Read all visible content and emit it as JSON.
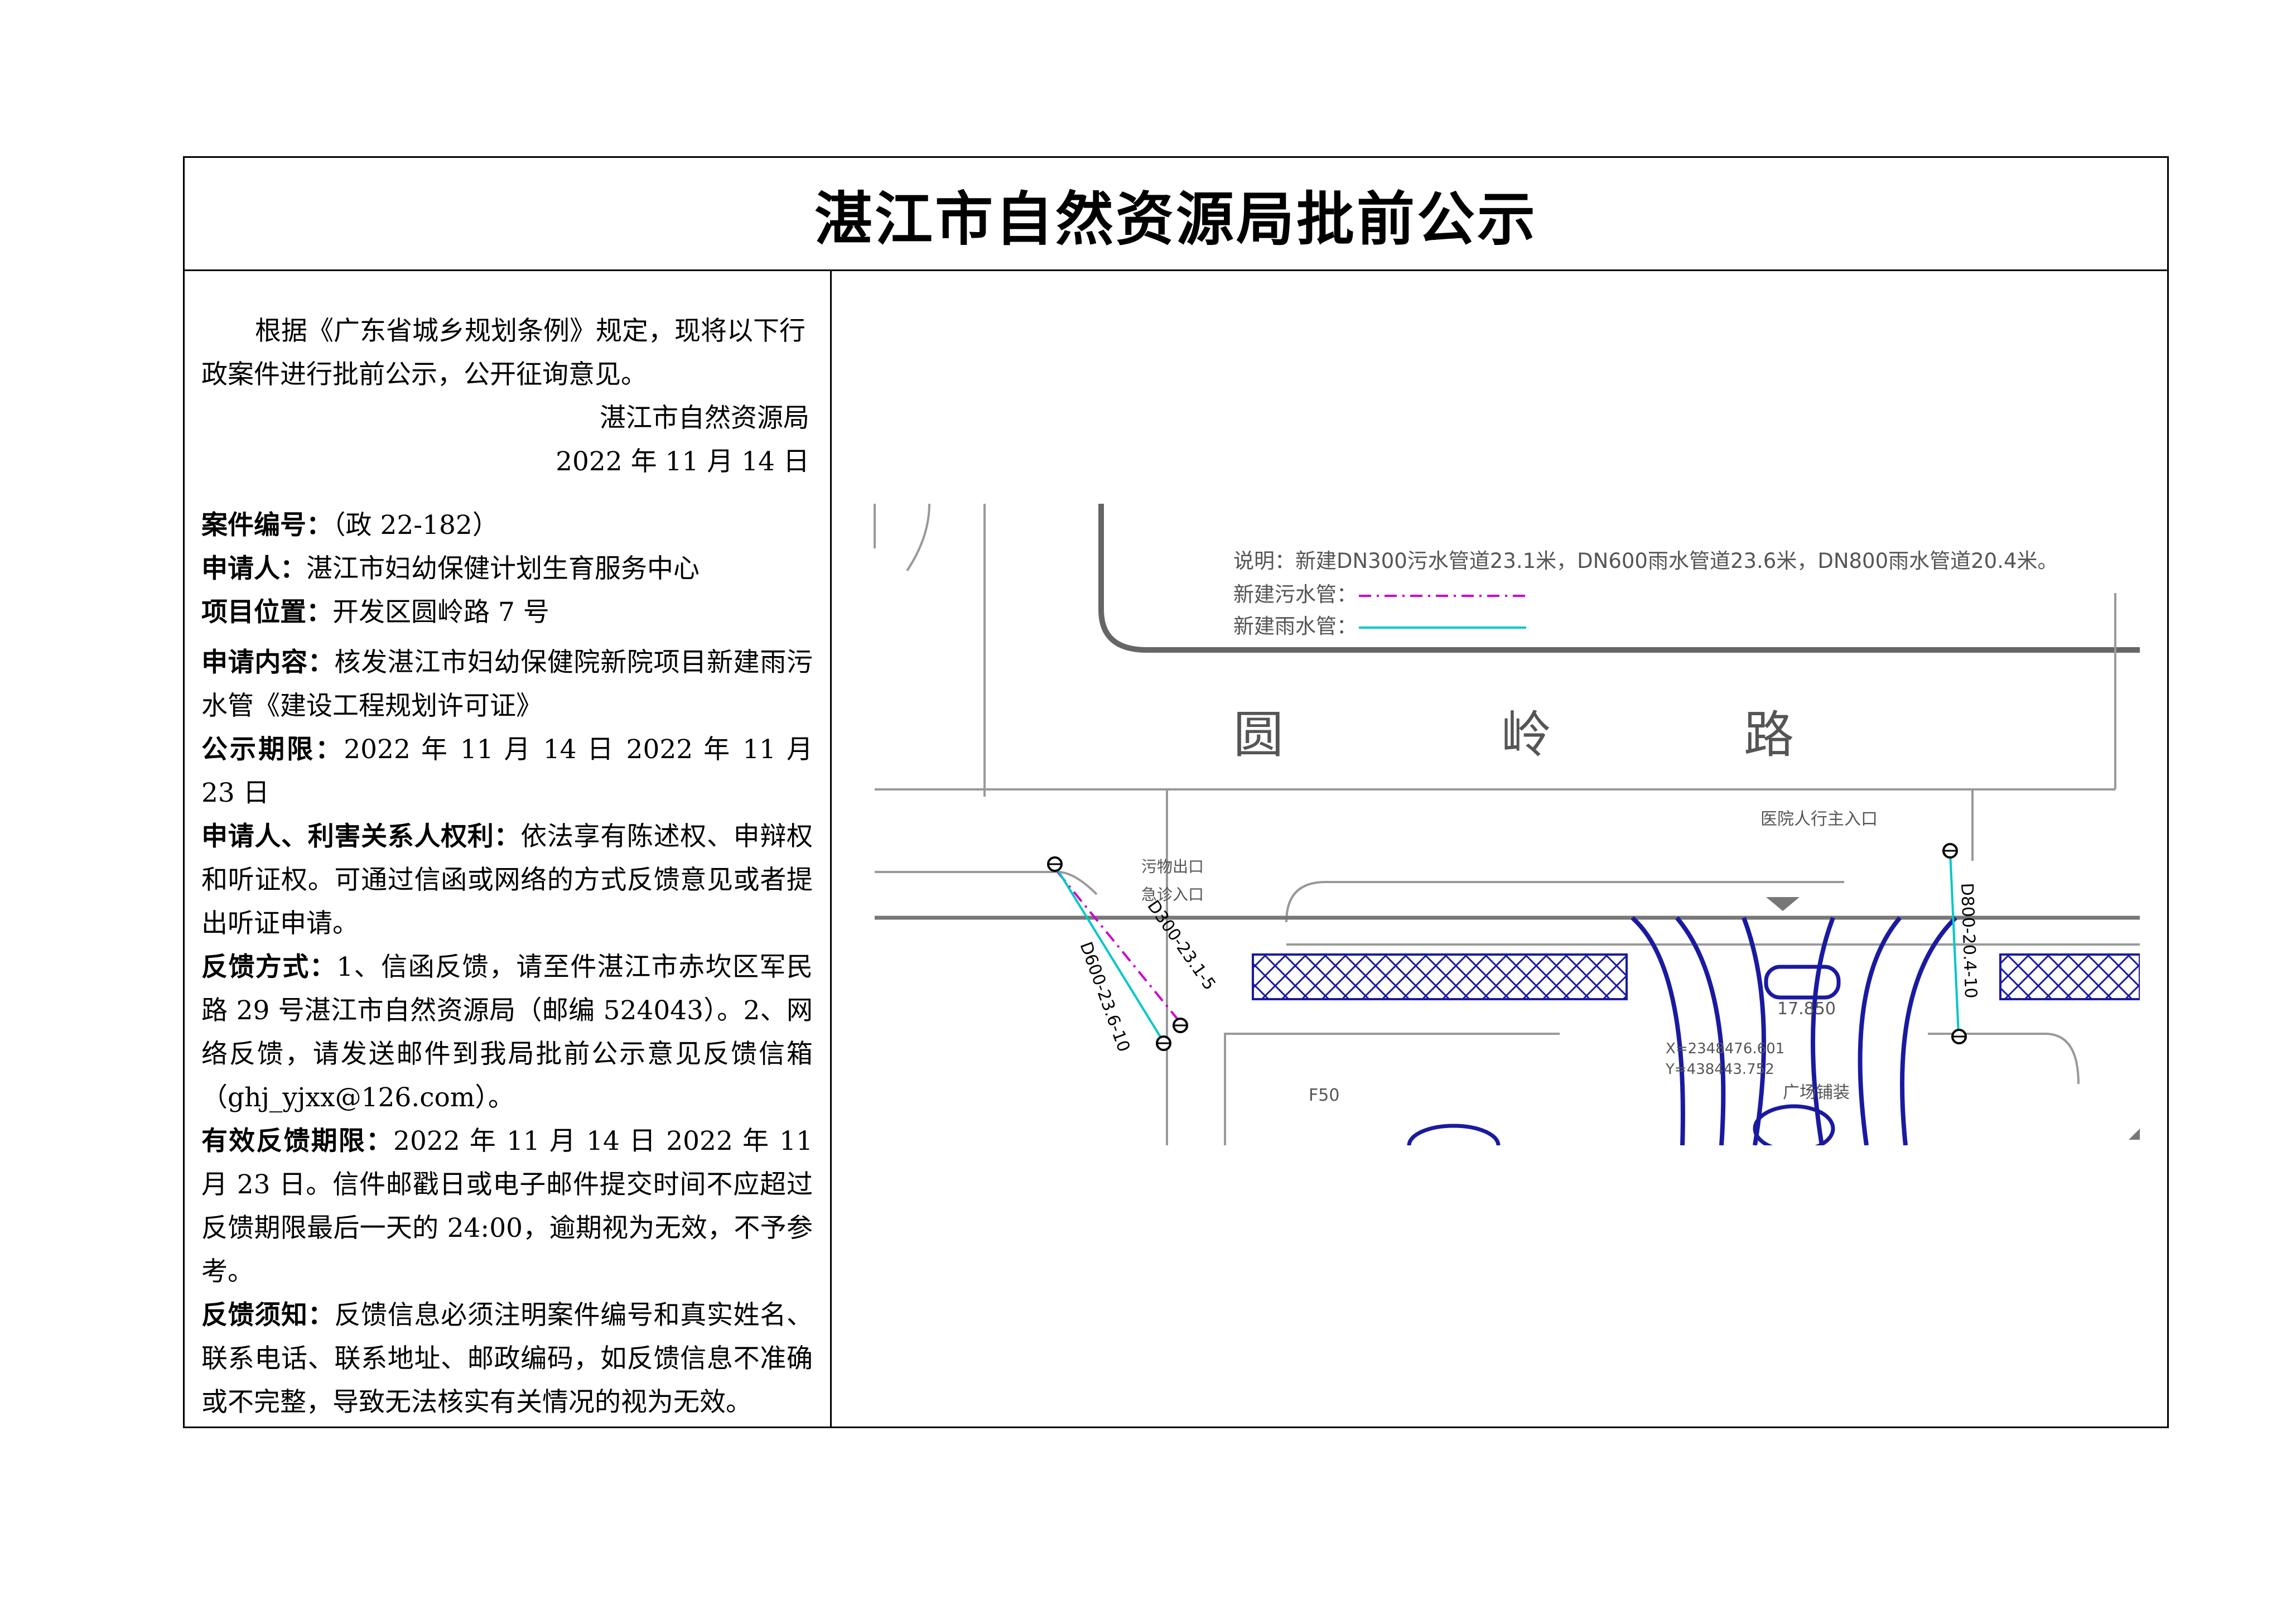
{
  "title": "湛江市自然资源局批前公示",
  "intro": {
    "paragraph": "根据《广东省城乡规划条例》规定，现将以下行政案件进行批前公示，公开征询意见。",
    "issuer": "湛江市自然资源局",
    "date": "2022 年 11 月 14 日"
  },
  "fields": [
    {
      "label": "案件编号：",
      "value": "（政 22-182）"
    },
    {
      "label": "申请人：",
      "value": "湛江市妇幼保健计划生育服务中心"
    },
    {
      "label": "项目位置：",
      "value": "开发区圆岭路 7 号"
    },
    {
      "label": "申请内容：",
      "value": "核发湛江市妇幼保健院新院项目新建雨污水管《建设工程规划许可证》"
    },
    {
      "label": "公示期限：",
      "value": "2022 年 11 月 14 日 2022 年 11 月 23 日"
    },
    {
      "label": "申请人、利害关系人权利：",
      "value": "依法享有陈述权、申辩权和听证权。可通过信函或网络的方式反馈意见或者提出听证申请。"
    },
    {
      "label": "反馈方式：",
      "value": "1、信函反馈，请至件湛江市赤坎区军民路 29 号湛江市自然资源局（邮编 524043）。2、网络反馈，请发送邮件到我局批前公示意见反馈信箱（ghj_yjxx@126.com）。"
    },
    {
      "label": "有效反馈期限：",
      "value": "2022 年 11 月 14 日 2022 年 11 月 23 日。信件邮戳日或电子邮件提交时间不应超过反馈期限最后一天的 24:00，逾期视为无效，不予参考。"
    },
    {
      "label": "反馈须知：",
      "value": "反馈信息必须注明案件编号和真实姓名、联系电话、联系地址、邮政编码，如反馈信息不准确或不完整，导致无法核实有关情况的视为无效。"
    }
  ],
  "drawing": {
    "note": "说明：新建DN300污水管道23.1米，DN600雨水管道23.6米，DN800雨水管道20.4米。",
    "legend_sewage": "新建污水管：",
    "legend_rain": "新建雨水管：",
    "road_chars": [
      "圆",
      "岭",
      "路"
    ],
    "hospital_entrance": "医院人行主入口",
    "sewage_exit": "污物出口",
    "emergency_entrance": "急诊入口",
    "pipe_d300": "D300-23.1-5",
    "pipe_d600": "D600-23.6-10",
    "pipe_d800": "D800-20.4-10",
    "elevation": "17.850",
    "coord_x": "X=2348476.601",
    "coord_y": "Y=438443.752",
    "plaza_label": "广场铺装",
    "f50": "F50",
    "colors": {
      "sewage": "#cc00cc",
      "rain": "#00c8c8",
      "building": "#1a1aa0",
      "road": "#666666",
      "text": "#555555"
    }
  }
}
